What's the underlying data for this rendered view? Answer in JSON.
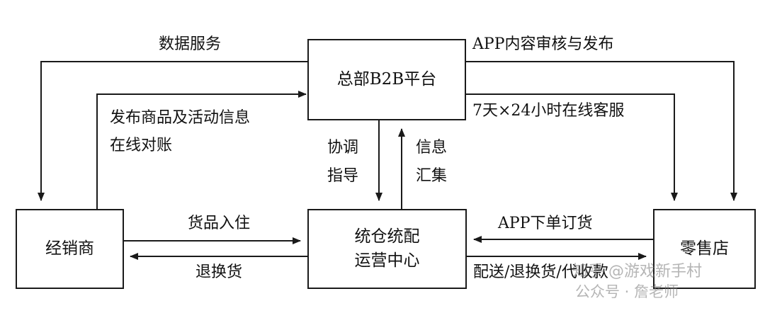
{
  "nodes": {
    "hq": "总部B2B平台",
    "dealer": "经销商",
    "center_line1": "统仓统配",
    "center_line2": "运营中心",
    "retail": "零售店"
  },
  "edges": {
    "data_service": "数据服务",
    "publish_line1": "发布商品及活动信息",
    "publish_line2": "在线对账",
    "app_review": "APP内容审核与发布",
    "customer_service": "7天×24小时在线客服",
    "coordinate_line1": "协调",
    "coordinate_line2": "指导",
    "info_line1": "信息",
    "info_line2": "汇集",
    "goods_in": "货品入住",
    "return_exchange": "退换货",
    "app_order": "APP下单订货",
    "delivery": "配送/退换货/代收款"
  },
  "watermark": {
    "line1": "知乎 @游戏新手村",
    "line2": "公众号 · 詹老师"
  },
  "colors": {
    "line": "#1a1a1a",
    "text": "#111111"
  }
}
